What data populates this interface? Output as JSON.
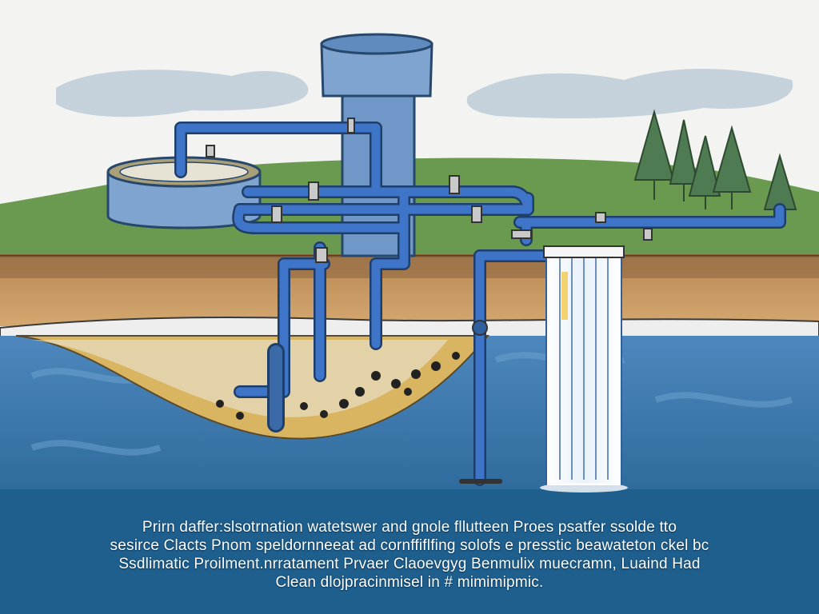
{
  "caption": {
    "line1": "Prirn daffer:slsotrnation watetswer and gnole fllutteen Proes psatfer ssolde tto",
    "line2": "sesirce Clacts Pnom speldornneeat ad cornffiflfing solofs e presstic beawateton ckel bc",
    "line3": "Ssdlimatic Proilment.nrratament Prvaer Claoevgyg Benmulix muecramn, Luaind Had",
    "line4": "Clean dlojpracinmisel in # mimimipmic."
  },
  "colors": {
    "sky": "#f3f4f1",
    "grass": "#6a9a4f",
    "soil": "#c89a63",
    "water": "#3f79ad",
    "pipe": "#3f75c9",
    "tank": "#7fa4cf",
    "tree": "#4e7b52"
  },
  "icons": [
    "water-tower-icon",
    "clarifier-tank-icon",
    "valve-icon",
    "tree-icon",
    "waterfall-icon"
  ]
}
